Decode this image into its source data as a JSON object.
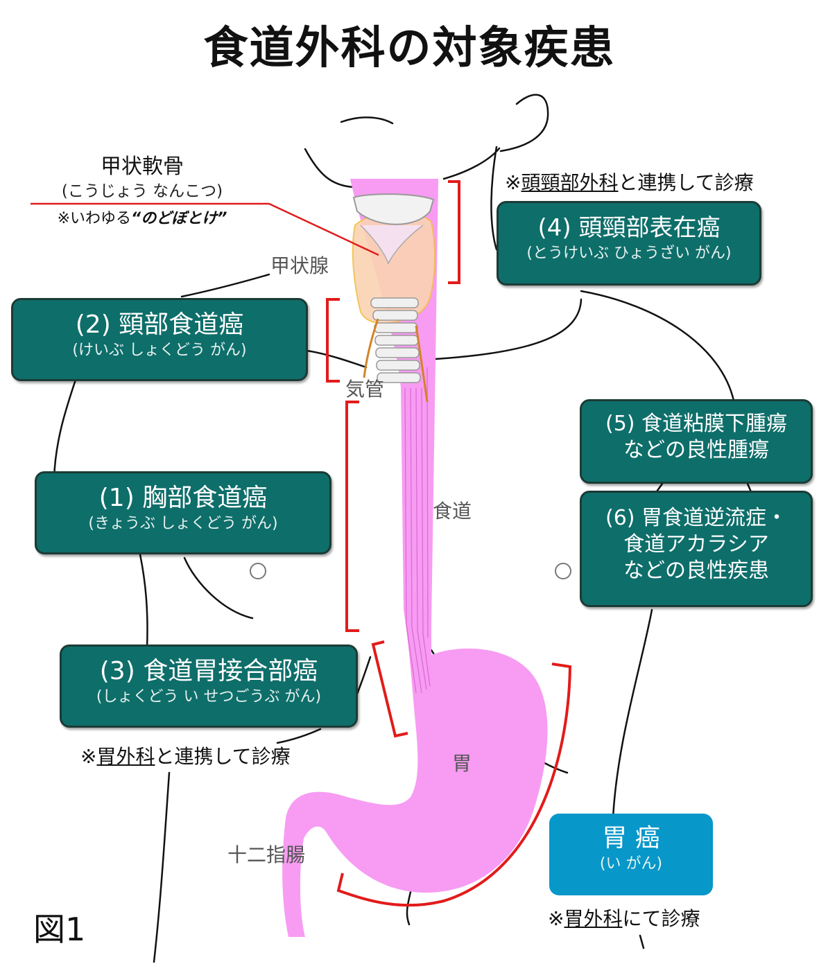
{
  "title": "食道外科の対象疾患",
  "figure_label": "図1",
  "thyroid_cartilage": {
    "name": "甲状軟骨",
    "reading": "(こうじょう なんこつ)",
    "note_prefix": "※いわゆる",
    "note_emphasis": "“のどぼとけ”"
  },
  "organs": {
    "thyroid": "甲状腺",
    "trachea": "気管",
    "esophagus": "食道",
    "stomach": "胃",
    "duodenum": "十二指腸"
  },
  "diseases": [
    {
      "id": "d2",
      "name": "(2) 頸部食道癌",
      "reading": "(けいぶ しょくどう がん)"
    },
    {
      "id": "d1",
      "name": "(1) 胸部食道癌",
      "reading": "(きょうぶ しょくどう がん)"
    },
    {
      "id": "d3",
      "name": "(3) 食道胃接合部癌",
      "reading": "(しょくどう い せつごうぶ がん)"
    },
    {
      "id": "d4",
      "name": "(4) 頭頸部表在癌",
      "reading": "(とうけいぶ ひょうざい がん)"
    },
    {
      "id": "d5",
      "line1": "(5) 食道粘膜下腫瘍",
      "line2": "などの良性腫瘍"
    },
    {
      "id": "d6",
      "line1": "(6) 胃食道逆流症・",
      "line2": "食道アカラシア",
      "line3": "などの良性疾患"
    },
    {
      "id": "gastric",
      "name": "胃 癌",
      "reading": "(い がん)"
    }
  ],
  "notes": {
    "head_neck": {
      "prefix": "※",
      "dept": "頭頸部外科",
      "suffix": "と連携して診療"
    },
    "gastric_collab": {
      "prefix": "※",
      "dept": "胃外科",
      "suffix": "と連携して診療"
    },
    "gastric_only": {
      "prefix": "※",
      "dept": "胃外科",
      "suffix": "にて診療"
    }
  },
  "colors": {
    "box_teal": "#0e6e6a",
    "box_blue": "#0897c9",
    "organ_pink": "#f79cf2",
    "bracket_red": "#e21b1b",
    "thyroid_fill": "#fbd3b2"
  }
}
